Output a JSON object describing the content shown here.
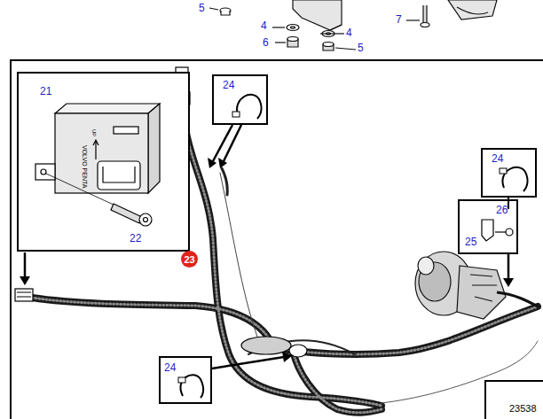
{
  "diagram": {
    "nodes": [
      {
        "text": [
          "21",
          "22"
        ]
      },
      {
        "text": [
          "24"
        ]
      },
      {
        "text": [
          "24"
        ]
      },
      {
        "text": [
          "26",
          "25"
        ]
      },
      {
        "text": [
          "23"
        ]
      },
      {
        "text": [
          "24"
        ]
      }
    ],
    "labels": [
      "5",
      "4",
      "6",
      "4",
      "5",
      "7",
      "VOLVO PENTA",
      "UP",
      "23538"
    ]
  }
}
